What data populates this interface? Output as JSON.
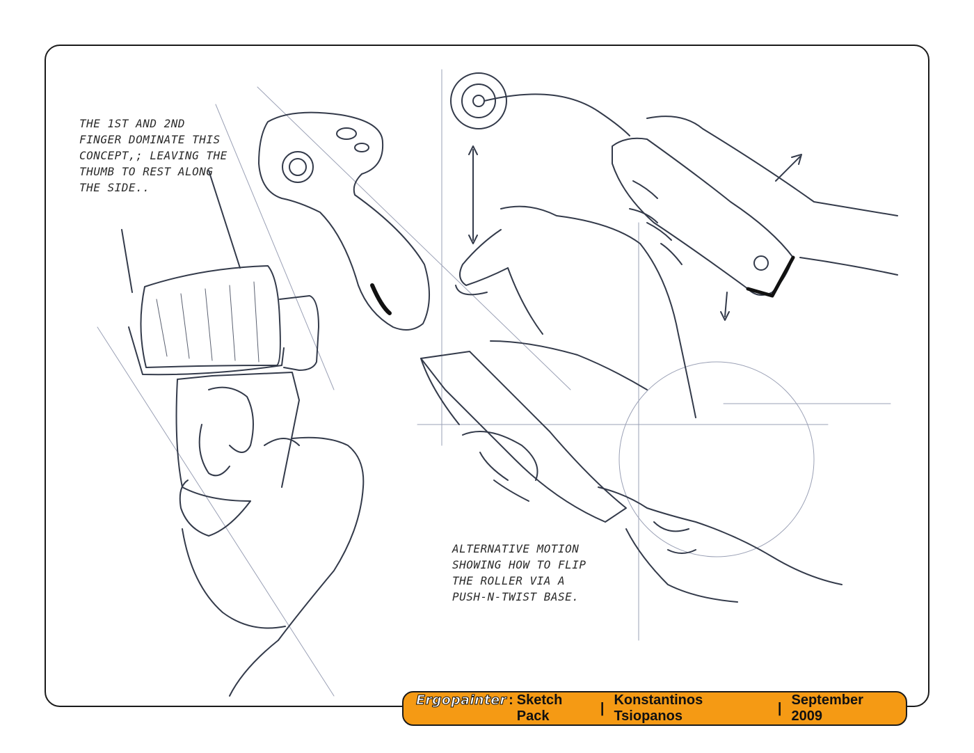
{
  "notes": {
    "top_left": [
      "THE 1ST AND 2ND",
      "FINGER DOMINATE THIS",
      "CONCEPT,; LEAVING THE",
      "THUMB TO REST ALONG",
      "THE SIDE.."
    ],
    "bottom_center": [
      "ALTERNATIVE MOTION",
      "SHOWING HOW TO FLIP",
      "THE ROLLER VIA A",
      "PUSH-N-TWIST BASE."
    ]
  },
  "footer": {
    "brand": "Ergopainter",
    "colon": ":",
    "title": "Sketch Pack",
    "divider_1": "|",
    "author": "Konstantinos Tsiopanos",
    "divider_2": "|",
    "date": "September 2009"
  },
  "colors": {
    "footer_bg": "#f59a14",
    "ink": "#2a2a2a",
    "sketch_line": "#333a4a"
  }
}
